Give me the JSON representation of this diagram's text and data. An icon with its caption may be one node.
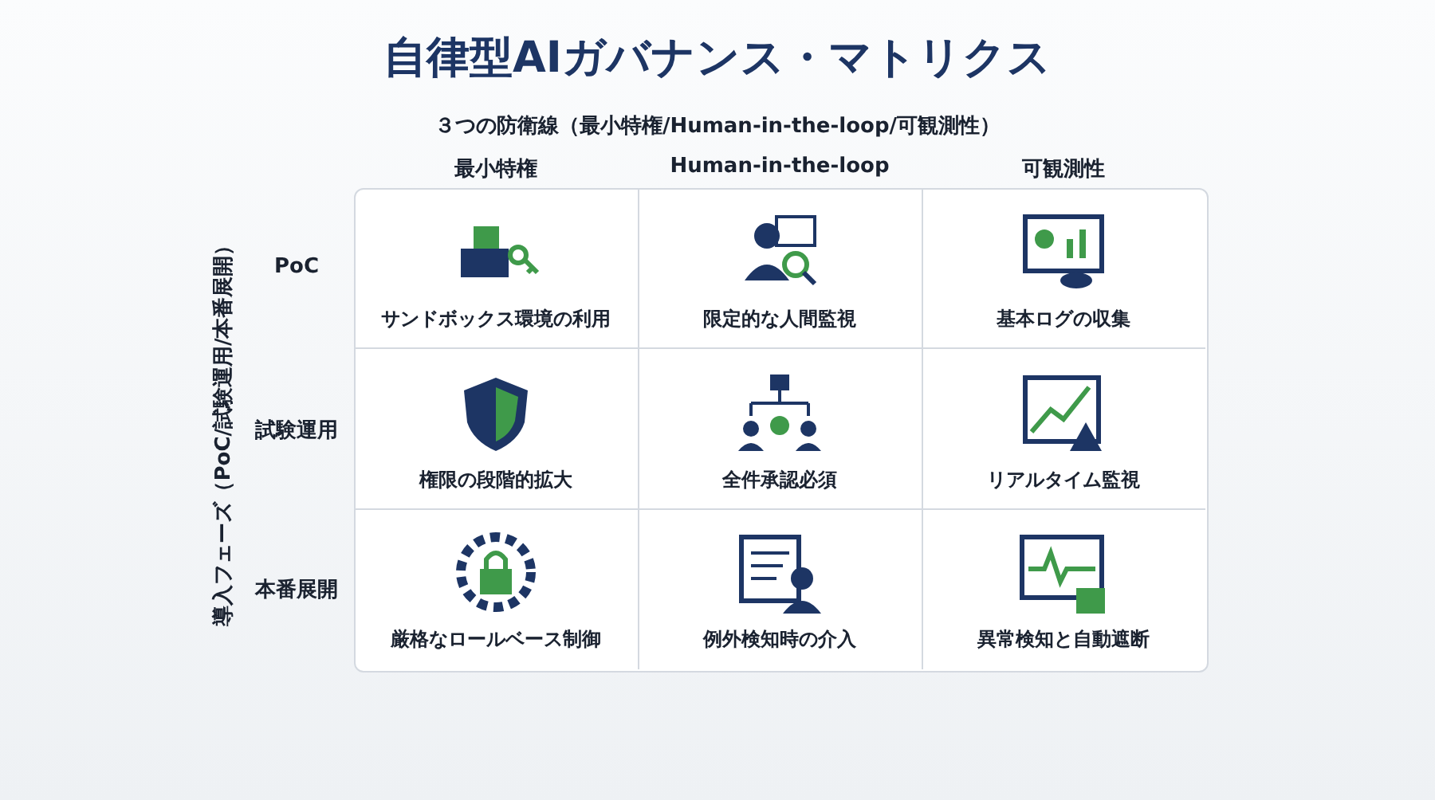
{
  "diagram": {
    "title": "自律型AIガバナンス・マトリクス",
    "labels": [
      "３つの防衛線（最小特権/Human-in-the-loop/可観測性）",
      "最小特権",
      "Human-in-the-loop",
      "可観測性",
      "導入フェーズ（PoC/試験運用/本番展開）",
      "PoC",
      "サンドボックス環境の利用",
      "限定的な人間監視",
      "基本ログの収集",
      "試験運用",
      "権限の段階的拡大",
      "全件承認必須",
      "リアルタイム監視",
      "本番展開",
      "厳格なロールベース制御",
      "例外検知時の介入",
      "異常検知と自動遮断"
    ]
  }
}
